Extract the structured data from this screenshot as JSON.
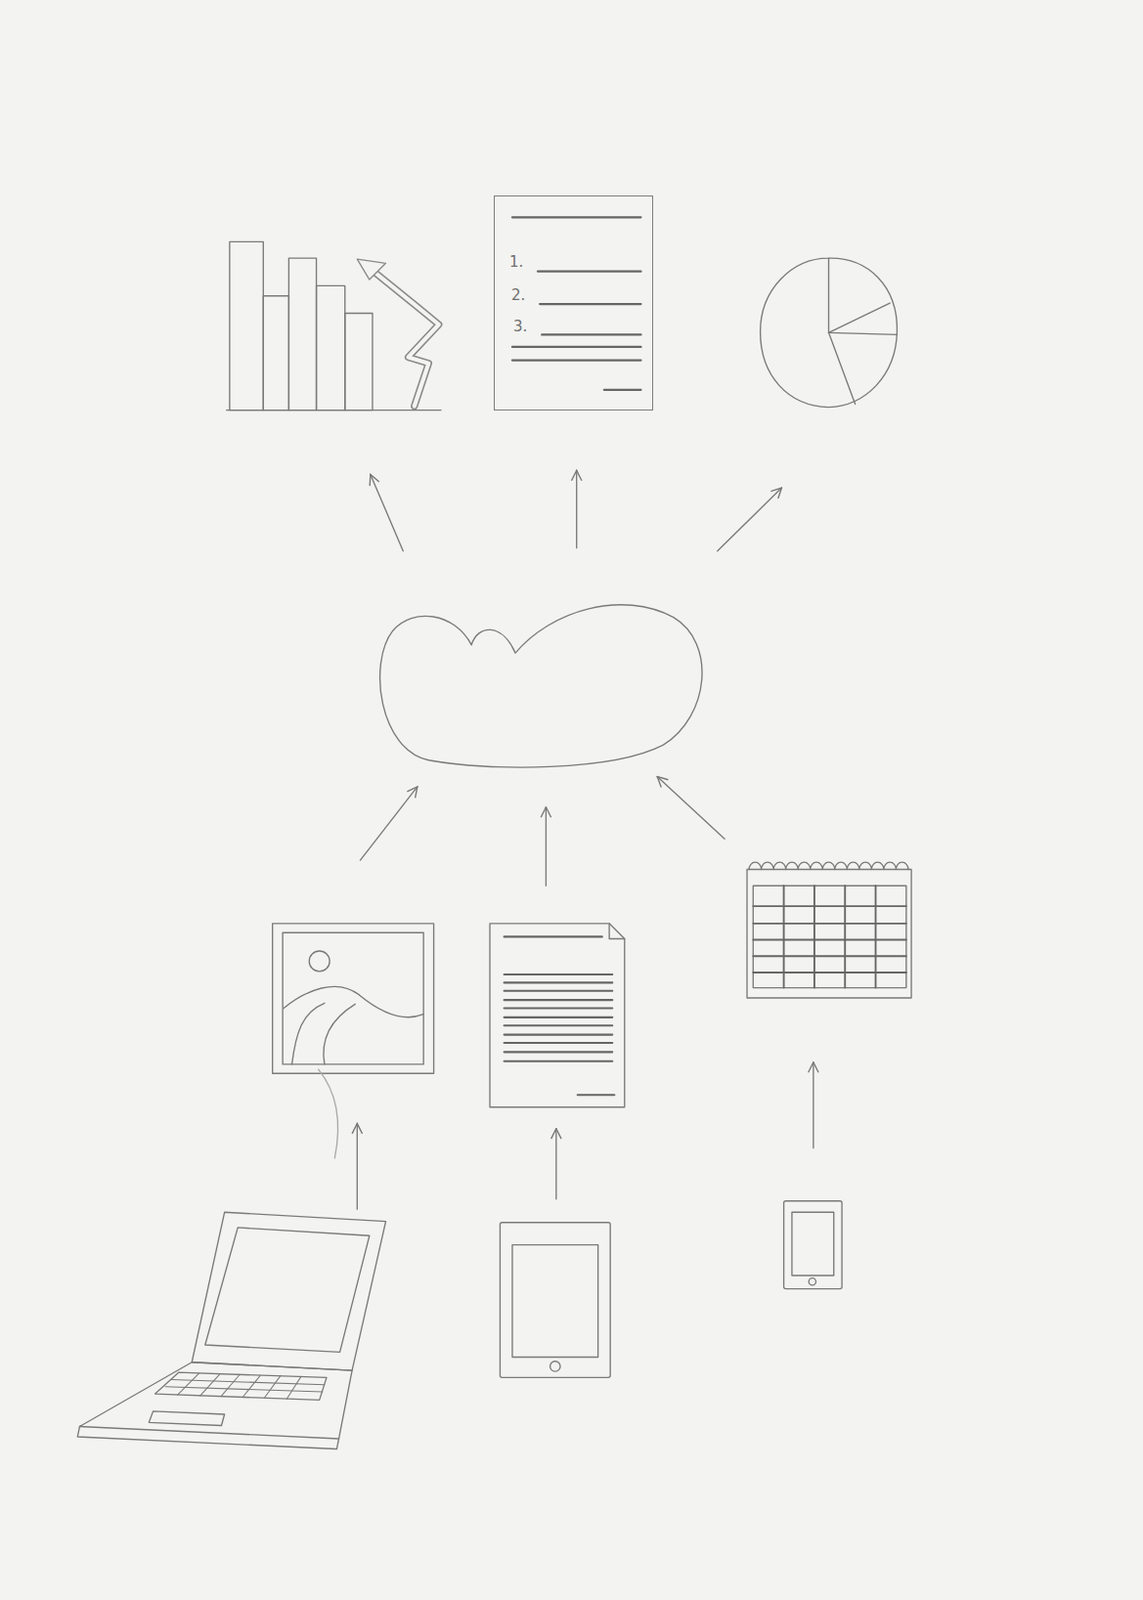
{
  "diagram": {
    "nodes": [
      {
        "text": [
          "1.",
          "2.",
          "3."
        ]
      }
    ]
  }
}
